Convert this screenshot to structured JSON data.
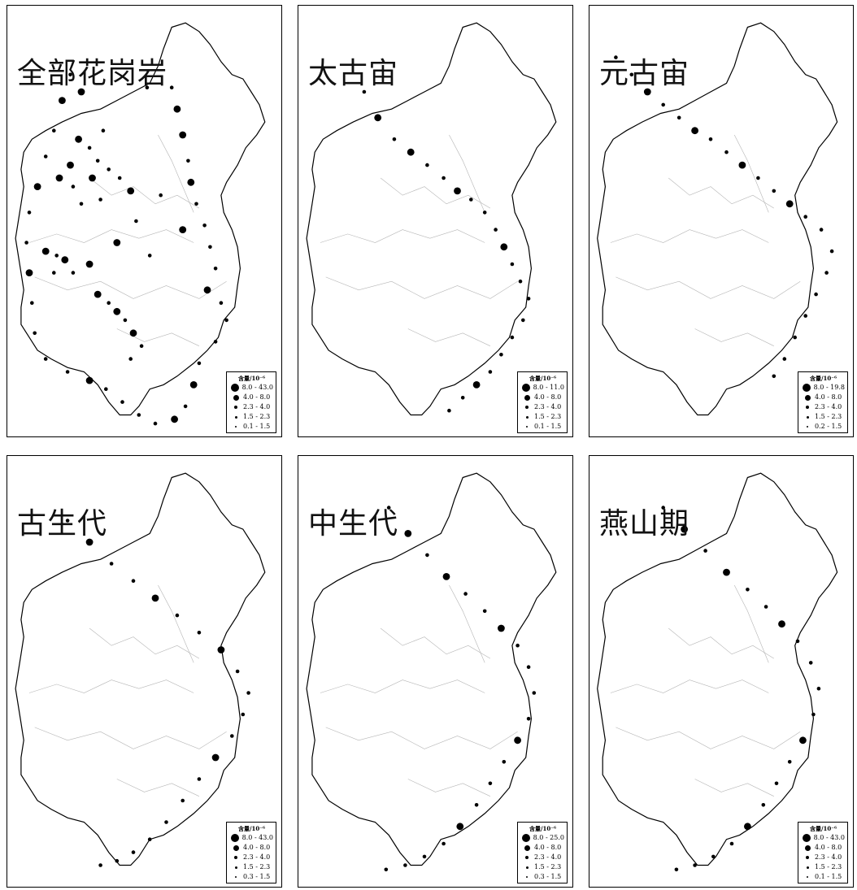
{
  "panels": [
    {
      "title": "全部花岗岩",
      "legend_title": "含量/10⁻⁶",
      "legend_ranges": [
        "8.0 - 43.0",
        "4.0 - 8.0",
        "2.3 - 4.0",
        "1.5 - 2.3",
        "0.1 - 1.5"
      ],
      "points": [
        [
          0.27,
          0.2,
          2
        ],
        [
          0.35,
          0.29,
          1
        ],
        [
          0.26,
          0.31,
          2
        ],
        [
          0.3,
          0.33,
          1
        ],
        [
          0.23,
          0.37,
          2
        ],
        [
          0.19,
          0.4,
          2
        ],
        [
          0.24,
          0.42,
          1
        ],
        [
          0.33,
          0.36,
          1
        ],
        [
          0.37,
          0.38,
          1
        ],
        [
          0.31,
          0.4,
          2
        ],
        [
          0.41,
          0.4,
          1
        ],
        [
          0.45,
          0.43,
          2
        ],
        [
          0.27,
          0.46,
          1
        ],
        [
          0.34,
          0.45,
          1
        ],
        [
          0.14,
          0.57,
          2
        ],
        [
          0.18,
          0.58,
          1
        ],
        [
          0.21,
          0.59,
          2
        ],
        [
          0.24,
          0.62,
          1
        ],
        [
          0.3,
          0.6,
          2
        ],
        [
          0.17,
          0.62,
          1
        ],
        [
          0.33,
          0.67,
          2
        ],
        [
          0.37,
          0.69,
          1
        ],
        [
          0.4,
          0.71,
          2
        ],
        [
          0.43,
          0.73,
          1
        ],
        [
          0.46,
          0.76,
          2
        ],
        [
          0.49,
          0.79,
          1
        ],
        [
          0.45,
          0.82,
          1
        ],
        [
          0.51,
          0.19,
          1
        ],
        [
          0.6,
          0.19,
          1
        ],
        [
          0.62,
          0.24,
          2
        ],
        [
          0.64,
          0.3,
          2
        ],
        [
          0.66,
          0.36,
          1
        ],
        [
          0.67,
          0.41,
          2
        ],
        [
          0.69,
          0.46,
          1
        ],
        [
          0.72,
          0.51,
          1
        ],
        [
          0.74,
          0.56,
          1
        ],
        [
          0.76,
          0.61,
          1
        ],
        [
          0.73,
          0.66,
          2
        ],
        [
          0.78,
          0.69,
          1
        ],
        [
          0.8,
          0.73,
          1
        ],
        [
          0.76,
          0.78,
          1
        ],
        [
          0.7,
          0.83,
          1
        ],
        [
          0.68,
          0.88,
          2
        ],
        [
          0.65,
          0.93,
          1
        ],
        [
          0.61,
          0.96,
          2
        ],
        [
          0.54,
          0.97,
          1
        ],
        [
          0.48,
          0.95,
          1
        ],
        [
          0.42,
          0.92,
          1
        ],
        [
          0.36,
          0.89,
          1
        ],
        [
          0.3,
          0.87,
          2
        ],
        [
          0.22,
          0.85,
          1
        ],
        [
          0.14,
          0.82,
          1
        ],
        [
          0.1,
          0.76,
          1
        ],
        [
          0.09,
          0.69,
          1
        ],
        [
          0.08,
          0.62,
          2
        ],
        [
          0.07,
          0.55,
          1
        ],
        [
          0.08,
          0.48,
          1
        ],
        [
          0.11,
          0.42,
          2
        ],
        [
          0.14,
          0.35,
          1
        ],
        [
          0.17,
          0.29,
          1
        ],
        [
          0.2,
          0.22,
          2
        ],
        [
          0.23,
          0.16,
          1
        ],
        [
          0.4,
          0.55,
          2
        ],
        [
          0.52,
          0.58,
          1
        ],
        [
          0.64,
          0.52,
          2
        ],
        [
          0.56,
          0.44,
          1
        ],
        [
          0.47,
          0.5,
          1
        ]
      ]
    },
    {
      "title": "太古宙",
      "legend_title": "含量/10⁻⁶",
      "legend_ranges": [
        "8.0 - 11.0",
        "4.0 - 8.0",
        "2.3 - 4.0",
        "1.5 - 2.3",
        "0.1 - 1.5"
      ],
      "points": [
        [
          0.24,
          0.2,
          1
        ],
        [
          0.29,
          0.26,
          2
        ],
        [
          0.35,
          0.31,
          1
        ],
        [
          0.41,
          0.34,
          2
        ],
        [
          0.47,
          0.37,
          1
        ],
        [
          0.53,
          0.4,
          1
        ],
        [
          0.58,
          0.43,
          2
        ],
        [
          0.63,
          0.45,
          1
        ],
        [
          0.68,
          0.48,
          1
        ],
        [
          0.72,
          0.52,
          1
        ],
        [
          0.75,
          0.56,
          2
        ],
        [
          0.78,
          0.6,
          1
        ],
        [
          0.81,
          0.64,
          1
        ],
        [
          0.84,
          0.68,
          1
        ],
        [
          0.82,
          0.73,
          1
        ],
        [
          0.78,
          0.77,
          1
        ],
        [
          0.74,
          0.81,
          1
        ],
        [
          0.7,
          0.85,
          1
        ],
        [
          0.65,
          0.88,
          2
        ],
        [
          0.6,
          0.91,
          1
        ],
        [
          0.55,
          0.94,
          1
        ]
      ]
    },
    {
      "title": "元古宙",
      "legend_title": "含量/10⁻⁶",
      "legend_ranges": [
        "8.0 - 19.8",
        "4.0 - 8.0",
        "2.3 - 4.0",
        "1.5 - 2.3",
        "0.2 - 1.5"
      ],
      "points": [
        [
          0.1,
          0.12,
          1
        ],
        [
          0.16,
          0.16,
          1
        ],
        [
          0.22,
          0.2,
          2
        ],
        [
          0.28,
          0.23,
          1
        ],
        [
          0.34,
          0.26,
          1
        ],
        [
          0.4,
          0.29,
          2
        ],
        [
          0.46,
          0.31,
          1
        ],
        [
          0.52,
          0.34,
          1
        ],
        [
          0.58,
          0.37,
          2
        ],
        [
          0.64,
          0.4,
          1
        ],
        [
          0.7,
          0.43,
          1
        ],
        [
          0.76,
          0.46,
          2
        ],
        [
          0.82,
          0.49,
          1
        ],
        [
          0.88,
          0.52,
          1
        ],
        [
          0.92,
          0.57,
          1
        ],
        [
          0.9,
          0.62,
          1
        ],
        [
          0.86,
          0.67,
          1
        ],
        [
          0.82,
          0.72,
          1
        ],
        [
          0.78,
          0.77,
          1
        ],
        [
          0.74,
          0.82,
          1
        ],
        [
          0.7,
          0.86,
          1
        ]
      ]
    },
    {
      "title": "古生代",
      "legend_title": "含量/10⁻⁶",
      "legend_ranges": [
        "8.0 - 43.0",
        "4.0 - 8.0",
        "2.3 - 4.0",
        "1.5 - 2.3",
        "0.3 - 1.5"
      ],
      "points": [
        [
          0.22,
          0.15,
          1
        ],
        [
          0.3,
          0.2,
          2
        ],
        [
          0.38,
          0.25,
          1
        ],
        [
          0.46,
          0.29,
          1
        ],
        [
          0.54,
          0.33,
          2
        ],
        [
          0.62,
          0.37,
          1
        ],
        [
          0.7,
          0.41,
          1
        ],
        [
          0.78,
          0.45,
          2
        ],
        [
          0.84,
          0.5,
          1
        ],
        [
          0.88,
          0.55,
          1
        ],
        [
          0.86,
          0.6,
          1
        ],
        [
          0.82,
          0.65,
          1
        ],
        [
          0.76,
          0.7,
          2
        ],
        [
          0.7,
          0.75,
          1
        ],
        [
          0.64,
          0.8,
          1
        ],
        [
          0.58,
          0.85,
          1
        ],
        [
          0.52,
          0.89,
          1
        ],
        [
          0.46,
          0.92,
          1
        ],
        [
          0.4,
          0.94,
          1
        ],
        [
          0.34,
          0.95,
          1
        ]
      ]
    },
    {
      "title": "中生代",
      "legend_title": "含量/10⁻⁶",
      "legend_ranges": [
        "8.0 - 25.0",
        "4.0 - 8.0",
        "2.3 - 4.0",
        "1.5 - 2.3",
        "0.3 - 1.5"
      ],
      "points": [
        [
          0.33,
          0.12,
          1
        ],
        [
          0.4,
          0.18,
          2
        ],
        [
          0.47,
          0.23,
          1
        ],
        [
          0.54,
          0.28,
          2
        ],
        [
          0.61,
          0.32,
          1
        ],
        [
          0.68,
          0.36,
          1
        ],
        [
          0.74,
          0.4,
          2
        ],
        [
          0.8,
          0.44,
          1
        ],
        [
          0.84,
          0.49,
          1
        ],
        [
          0.86,
          0.55,
          1
        ],
        [
          0.84,
          0.61,
          1
        ],
        [
          0.8,
          0.66,
          2
        ],
        [
          0.75,
          0.71,
          1
        ],
        [
          0.7,
          0.76,
          1
        ],
        [
          0.65,
          0.81,
          1
        ],
        [
          0.59,
          0.86,
          2
        ],
        [
          0.53,
          0.9,
          1
        ],
        [
          0.46,
          0.93,
          1
        ],
        [
          0.39,
          0.95,
          1
        ],
        [
          0.32,
          0.96,
          1
        ]
      ]
    },
    {
      "title": "燕山期",
      "legend_title": "含量/10⁻⁶",
      "legend_ranges": [
        "8.0 - 43.0",
        "4.0 - 8.0",
        "2.3 - 4.0",
        "1.5 - 2.3",
        "0.1 - 1.5"
      ],
      "points": [
        [
          0.28,
          0.12,
          1
        ],
        [
          0.36,
          0.17,
          2
        ],
        [
          0.44,
          0.22,
          1
        ],
        [
          0.52,
          0.27,
          2
        ],
        [
          0.6,
          0.31,
          1
        ],
        [
          0.67,
          0.35,
          1
        ],
        [
          0.73,
          0.39,
          2
        ],
        [
          0.79,
          0.43,
          1
        ],
        [
          0.84,
          0.48,
          1
        ],
        [
          0.87,
          0.54,
          1
        ],
        [
          0.85,
          0.6,
          1
        ],
        [
          0.81,
          0.66,
          2
        ],
        [
          0.76,
          0.71,
          1
        ],
        [
          0.71,
          0.76,
          1
        ],
        [
          0.66,
          0.81,
          1
        ],
        [
          0.6,
          0.86,
          2
        ],
        [
          0.54,
          0.9,
          1
        ],
        [
          0.47,
          0.93,
          1
        ],
        [
          0.4,
          0.95,
          1
        ],
        [
          0.33,
          0.96,
          1
        ]
      ]
    }
  ]
}
